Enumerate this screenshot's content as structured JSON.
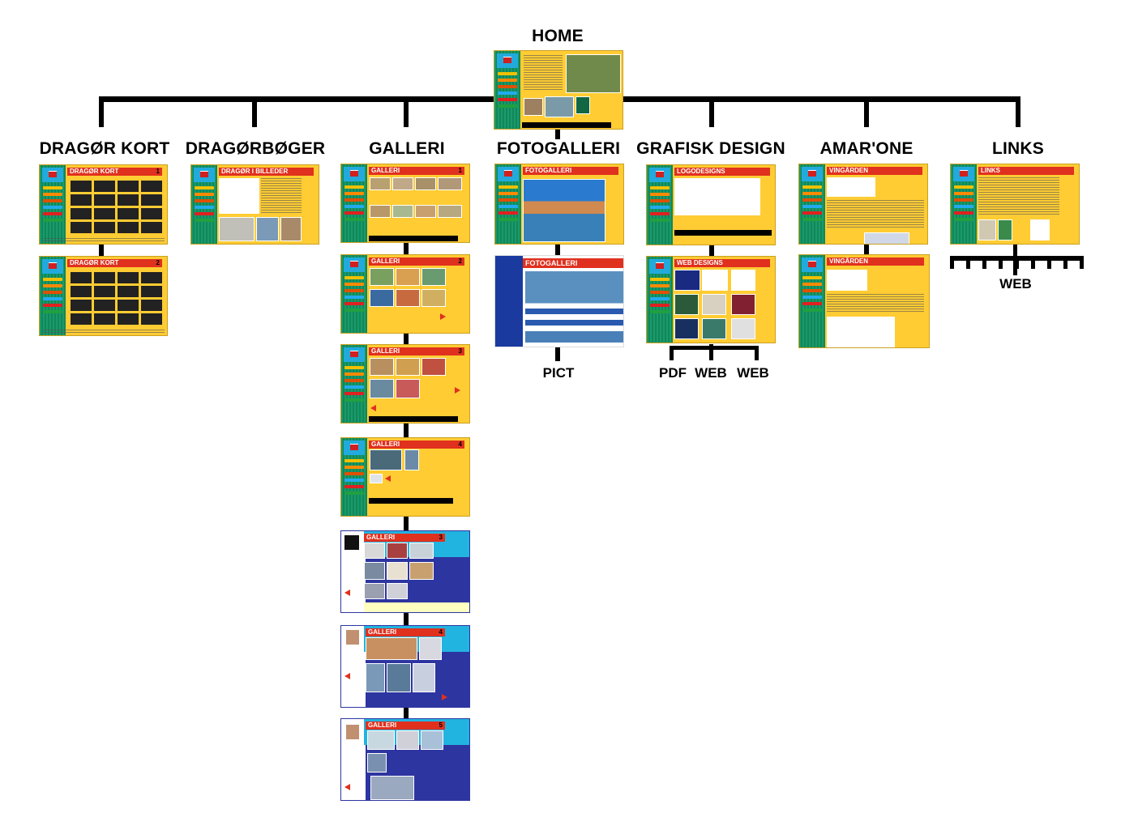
{
  "nodes": {
    "home": "HOME",
    "dragoer_kort": "DRAGØR KORT",
    "dragoerboeger": "DRAGØRBØGER",
    "galleri": "GALLERI",
    "fotogalleri": "FOTOGALLERI",
    "grafisk_design": "GRAFISK DESIGN",
    "amarone": "AMAR'ONE",
    "links": "LINKS"
  },
  "sub_labels": {
    "fotogalleri_pict": "PICT",
    "grafisk_pdf": "PDF",
    "grafisk_web1": "WEB",
    "grafisk_web2": "WEB",
    "links_web": "WEB"
  },
  "thumbnails": {
    "dragoer_kort_1": {
      "title": "DRAGØR KORT",
      "num": "1"
    },
    "dragoer_kort_2": {
      "title": "DRAGØR KORT",
      "num": "2"
    },
    "dragoerboeger": {
      "title": "DRAGØR I BILLEDER",
      "num": ""
    },
    "galleri_1": {
      "title": "GALLERI",
      "num": "1"
    },
    "galleri_2": {
      "title": "GALLERI",
      "num": "2"
    },
    "galleri_3": {
      "title": "GALLERI",
      "num": "3"
    },
    "galleri_4": {
      "title": "GALLERI",
      "num": "4"
    },
    "galleri_blue_3": {
      "title": "GALLERI",
      "num": "3"
    },
    "galleri_blue_4": {
      "title": "GALLERI",
      "num": "4"
    },
    "galleri_blue_5": {
      "title": "GALLERI",
      "num": "5"
    },
    "fotogalleri_1": {
      "title": "FOTOGALLERI",
      "num": ""
    },
    "fotogalleri_2": {
      "title": "FOTOGALLERI",
      "num": ""
    },
    "grafisk_1": {
      "title": "LOGODESIGNS",
      "num": ""
    },
    "grafisk_2": {
      "title": "WEB DESIGNS",
      "num": ""
    },
    "amarone_1": {
      "title": "VINGÅRDEN",
      "num": ""
    },
    "amarone_2": {
      "title": "VINGÅRDEN",
      "num": ""
    },
    "links_1": {
      "title": "LINKS",
      "num": ""
    }
  },
  "colors": {
    "page_yellow": "#ffcc33",
    "title_red": "#e0301e",
    "sidebar_green": "#1a9a6a",
    "blue_page": "#2d35a0",
    "cyan": "#22b4e0"
  }
}
